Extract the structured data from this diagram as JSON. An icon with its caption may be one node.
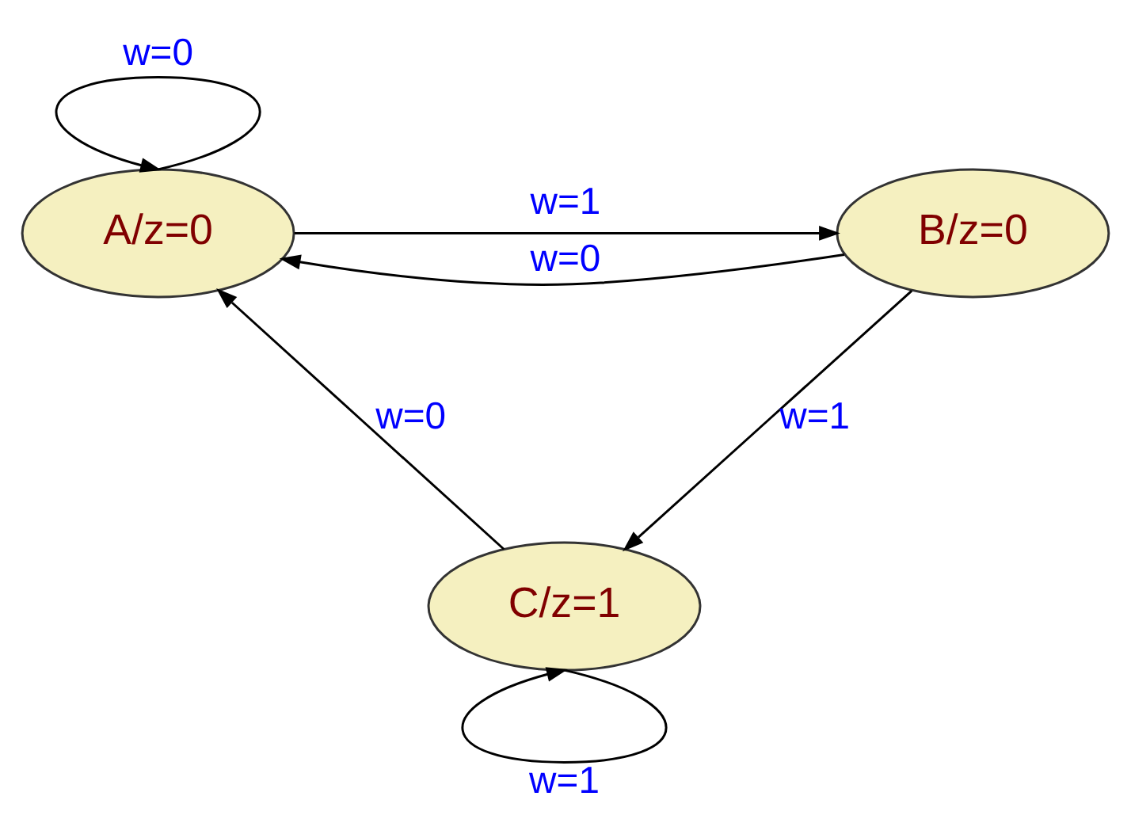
{
  "diagram": {
    "nodes": [
      {
        "text": [
          "A/z=0"
        ]
      },
      {
        "text": [
          "B/z=0"
        ]
      },
      {
        "text": [
          "C/z=1"
        ]
      }
    ],
    "edges": [
      {
        "from": 0,
        "to": 0,
        "arrow": "to",
        "label": "w=0"
      },
      {
        "from": 0,
        "to": 1,
        "arrow": "to",
        "label": "w=1"
      },
      {
        "from": 1,
        "to": 0,
        "arrow": "to",
        "label": "w=0"
      },
      {
        "from": 1,
        "to": 2,
        "arrow": "to",
        "label": "w=1"
      },
      {
        "from": 2,
        "to": 0,
        "arrow": "to",
        "label": "w=0"
      },
      {
        "from": 2,
        "to": 2,
        "arrow": "to",
        "label": "w=1"
      }
    ]
  }
}
